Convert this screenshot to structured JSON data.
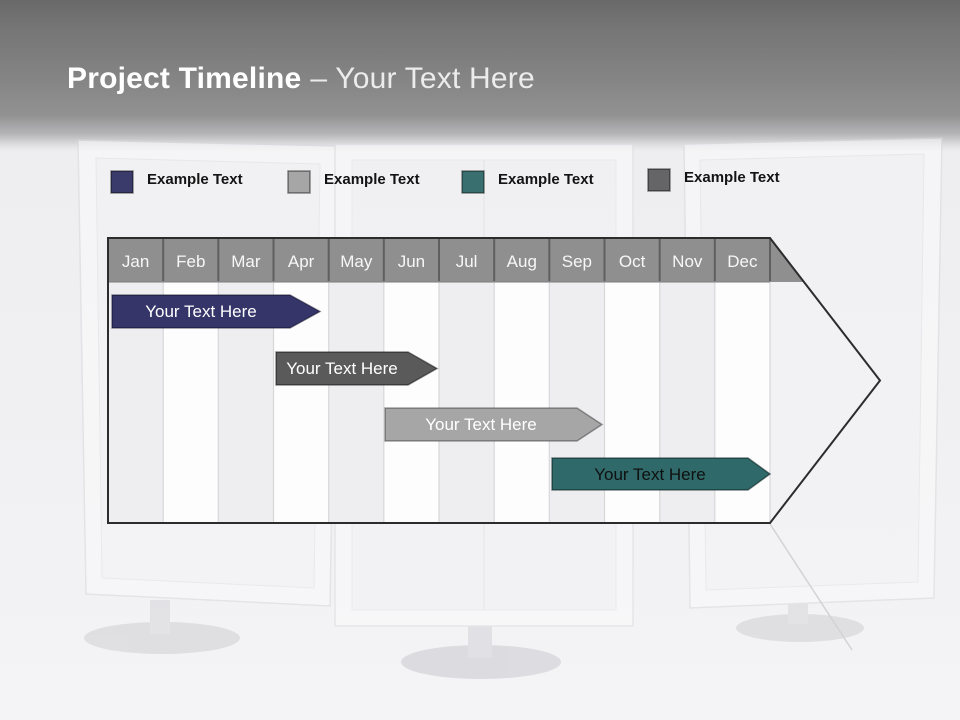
{
  "slide": {
    "title_bold": "Project Timeline",
    "title_light": "– Your Text Here"
  },
  "legend": {
    "items": [
      {
        "label": "Example Text",
        "color": "#3b3b6b"
      },
      {
        "label": "Example Text",
        "color": "#a6a6a6"
      },
      {
        "label": "Example Text",
        "color": "#3a6f6f"
      },
      {
        "label": "Example Text",
        "color": "#656568"
      }
    ]
  },
  "timeline": {
    "header_color": "#8f8f8f",
    "months": [
      "Jan",
      "Feb",
      "Mar",
      "Apr",
      "May",
      "Jun",
      "Jul",
      "Aug",
      "Sep",
      "Oct",
      "Nov",
      "Dec"
    ],
    "bars": [
      {
        "label": "Your Text Here",
        "color": "#35356a",
        "text_color": "#ffffff"
      },
      {
        "label": "Your Text Here",
        "color": "#5a5a5a",
        "text_color": "#ffffff"
      },
      {
        "label": "Your Text Here",
        "color": "#a6a6a6",
        "text_color": "#ffffff"
      },
      {
        "label": "Your Text Here",
        "color": "#2f6969",
        "text_color": "#101010"
      }
    ]
  },
  "chart_data": {
    "type": "bar",
    "subtype": "gantt-timeline",
    "title": "Project Timeline – Your Text Here",
    "x_categories": [
      "Jan",
      "Feb",
      "Mar",
      "Apr",
      "May",
      "Jun",
      "Jul",
      "Aug",
      "Sep",
      "Oct",
      "Nov",
      "Dec"
    ],
    "xlim_months": [
      0,
      12
    ],
    "grid": "vertical-month-columns",
    "legend_position": "top",
    "legend_entries": [
      "Example Text",
      "Example Text",
      "Example Text",
      "Example Text"
    ],
    "series": [
      {
        "name": "Your Text Here",
        "row": 1,
        "start_month_index": 0.1,
        "end_month_index": 3.9,
        "start": "Jan",
        "end": "mid Apr",
        "color": "#35356a"
      },
      {
        "name": "Your Text Here",
        "row": 2,
        "start_month_index": 3.0,
        "end_month_index": 6.0,
        "start": "Apr",
        "end": "Jun",
        "color": "#5a5a5a"
      },
      {
        "name": "Your Text Here",
        "row": 3,
        "start_month_index": 5.1,
        "end_month_index": 9.0,
        "start": "Jun",
        "end": "Sep",
        "color": "#a6a6a6"
      },
      {
        "name": "Your Text Here",
        "row": 4,
        "start_month_index": 8.1,
        "end_month_index": 12.0,
        "start": "Sep",
        "end": "Dec",
        "color": "#2f6969"
      }
    ]
  }
}
